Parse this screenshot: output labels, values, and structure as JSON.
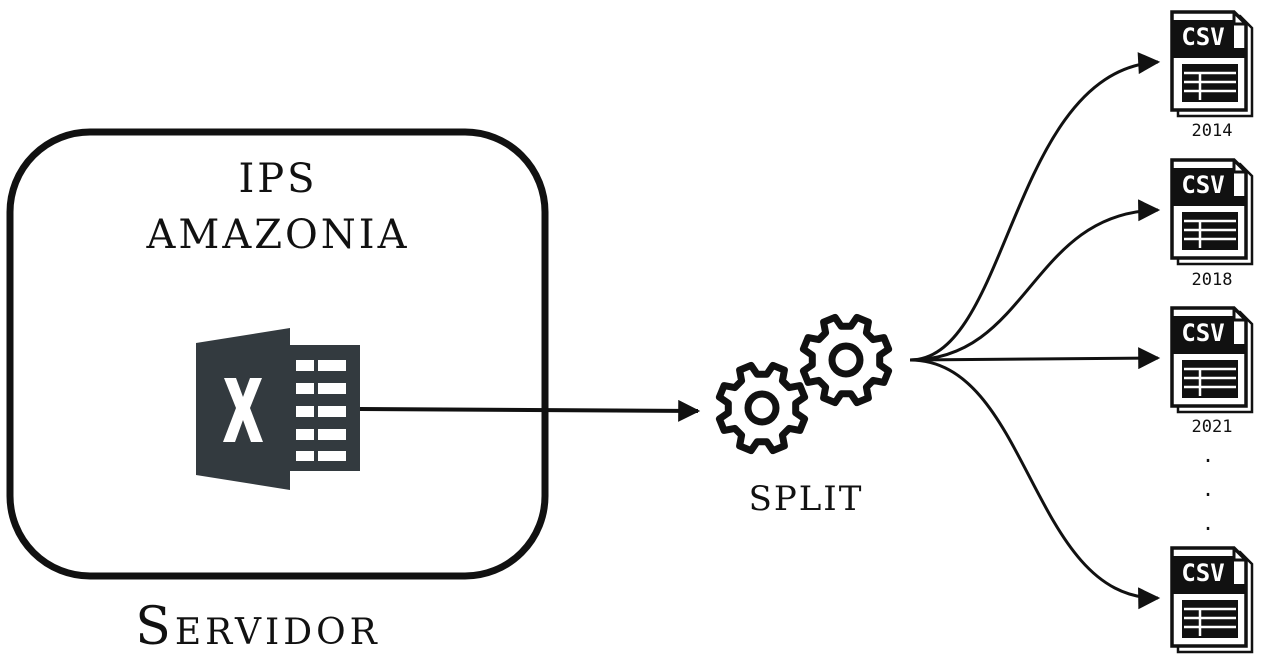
{
  "server_box": {
    "title_line1": "IPS",
    "title_line2": "AMAZONIA"
  },
  "server_label": "Servidor",
  "process": {
    "label": "SPLIT"
  },
  "outputs": [
    {
      "badge": "CSV",
      "year": "2014"
    },
    {
      "badge": "CSV",
      "year": "2018"
    },
    {
      "badge": "CSV",
      "year": "2021"
    },
    {
      "badge": "CSV",
      "year": ""
    }
  ],
  "ellipsis": ".",
  "colors": {
    "stroke": "#111111",
    "excel": "#333a3f"
  },
  "icons": {
    "source": "excel-icon",
    "process": "gears-icon",
    "output": "csv-file-icon"
  }
}
